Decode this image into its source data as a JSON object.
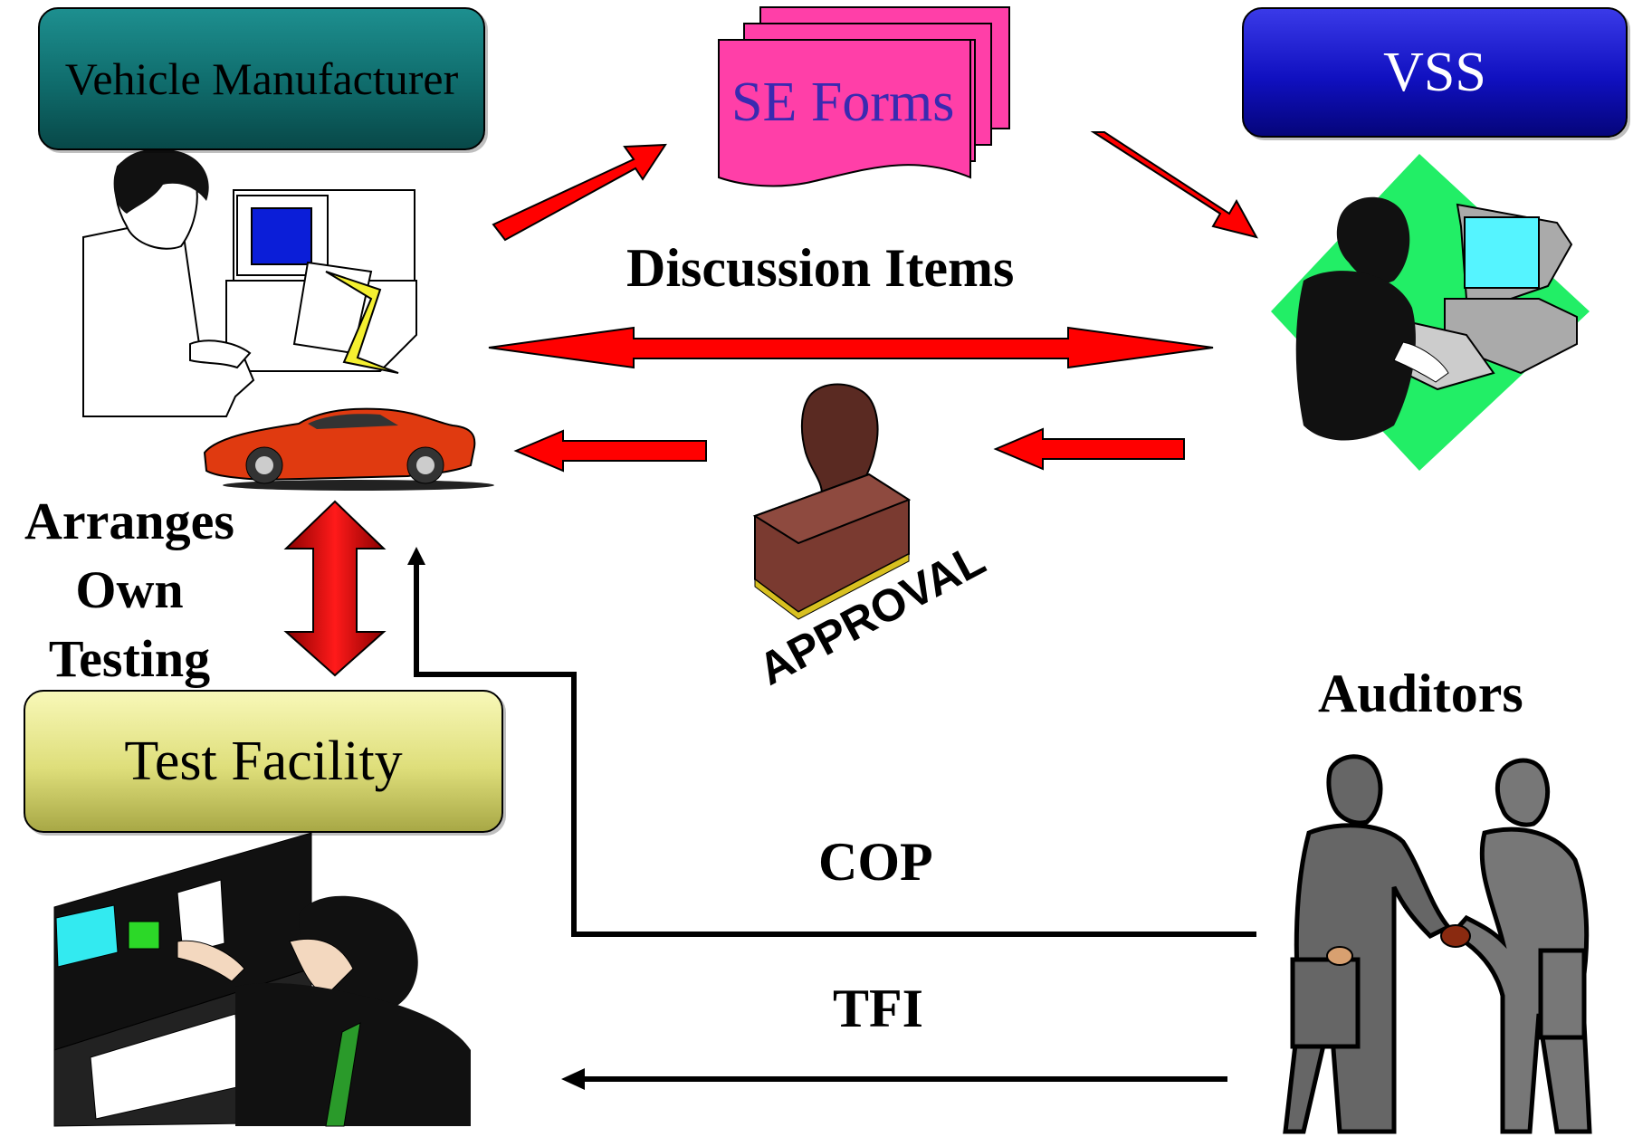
{
  "nodes": {
    "vehicle_manufacturer": "Vehicle Manufacturer",
    "se_forms": "SE Forms",
    "vss": "VSS",
    "test_facility": "Test Facility"
  },
  "labels": {
    "discussion_items": "Discussion Items",
    "arranges_own_testing": "Arranges Own Testing",
    "auditors": "Auditors",
    "cop": "COP",
    "tfi": "TFI",
    "approval_stamp": "APPROVAL"
  },
  "colors": {
    "arrow_red": "#ff0000",
    "se_forms_pink": "#ff3fa8",
    "vss_blue": "#1414c8",
    "vm_teal": "#107070",
    "tf_yellow": "#e0e080",
    "vss_diamond": "#22ee66"
  },
  "icons": [
    "person-at-computer-icon",
    "sports-car-icon",
    "rubber-stamp-icon",
    "technician-at-console-icon",
    "handshake-businessmen-icon",
    "document-stack-icon"
  ]
}
